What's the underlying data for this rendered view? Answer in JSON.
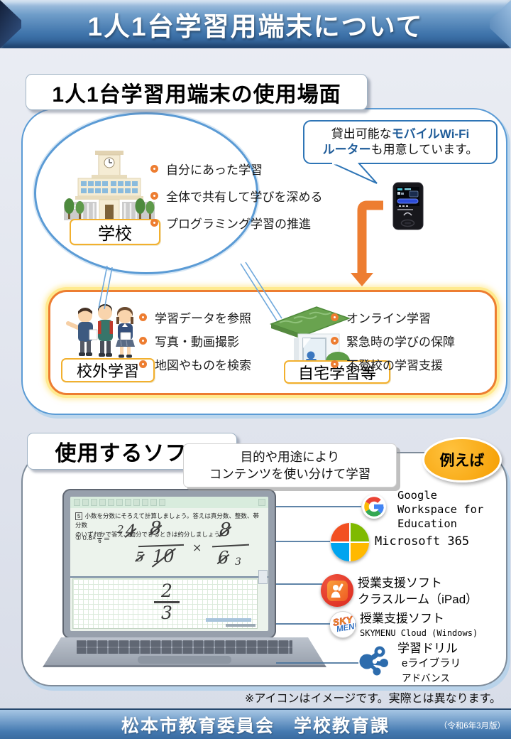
{
  "banner": {
    "title": "1人1台学習用端末について"
  },
  "scenes": {
    "header": "1人1台学習用端末の使用場面",
    "school": {
      "label": "学校",
      "bullets": [
        "自分にあった学習",
        "全体で共有して学びを深める",
        "プログラミング学習の推進"
      ]
    },
    "callout": {
      "black1": "貸出可能な",
      "blue1": "モバイルWi-Fi",
      "blue2": "ルーター",
      "black2": "も用意しています。"
    },
    "offsite": {
      "label": "校外学習",
      "bullets": [
        "学習データを参照",
        "写真・動画撮影",
        "地図やものを検索"
      ]
    },
    "home": {
      "label": "自宅学習等",
      "bullets": [
        "オンライン学習",
        "緊急時の学びの保障",
        "不登校の学習支援"
      ]
    }
  },
  "software": {
    "header": "使用するソフト",
    "bubble": [
      "目的や用途により",
      "コンテンツを使い分けて学習"
    ],
    "badge": "例えば",
    "items": [
      {
        "icon": "google-icon",
        "lines": [
          "Google",
          "Workspace for",
          "Education"
        ]
      },
      {
        "icon": "microsoft-icon",
        "lines": [
          "Microsoft 365"
        ]
      },
      {
        "icon": "classroom-icon",
        "lines": [
          "授業支援ソフト",
          "クラスルーム（iPad）"
        ]
      },
      {
        "icon": "skymenu-icon",
        "icon_text": {
          "sky": "SKY",
          "menu": "MENU"
        },
        "lines": [
          "授業支援ソフト",
          "SKYMENU Cloud (Windows)"
        ]
      },
      {
        "icon": "elibrary-icon",
        "lines": [
          "学習ドリル",
          "eライブラリ",
          "アドバンス"
        ]
      }
    ],
    "note": "※アイコンはイメージです。実際とは異なります。"
  },
  "laptop": {
    "problem_no": "5",
    "problem_line1": "小数を分数にそろえて計算しましょう。答えは真分数、整数、帯分数",
    "problem_line2": "のいずれかで答え、約分できるときは約分しましょう。",
    "eq": {
      "circled": "①",
      "coef": "0.8×",
      "num": "5",
      "den": "6",
      "equals": "＝"
    },
    "hw": {
      "t1": "2",
      "t2": "4",
      "t3": "8",
      "t4": "5",
      "t5": "10",
      "t6": "×",
      "t7": "8",
      "t8": "6",
      "t9": "3"
    },
    "answer": {
      "num": "2",
      "den": "3"
    }
  },
  "footer": {
    "org": "松本市教育委員会　学校教育課",
    "edition": "（令和6年3月版）"
  },
  "colors": {
    "accent_orange": "#ed7d31",
    "line_blue": "#5b9bd5",
    "tag_border_gold": "#f2b02e",
    "badge_orange": "#f59d00",
    "banner_blue": "#3f74ab",
    "footer_blue": "#4479b0",
    "callout_blue_text": "#1f5c99",
    "google": [
      "#ea4335",
      "#fbbc05",
      "#34a853",
      "#4285f4"
    ],
    "microsoft": [
      "#f25022",
      "#7fba00",
      "#00a4ef",
      "#ffb900"
    ],
    "elibrary_blue": "#2d6cad"
  },
  "icons": [
    "school-illustration",
    "students-illustration",
    "house-illustration",
    "wifi-router-image",
    "down-arrow-icon",
    "laptop-illustration",
    "google-icon",
    "microsoft-icon",
    "classroom-icon",
    "skymenu-icon",
    "elibrary-icon",
    "bullet-ring-icon"
  ]
}
